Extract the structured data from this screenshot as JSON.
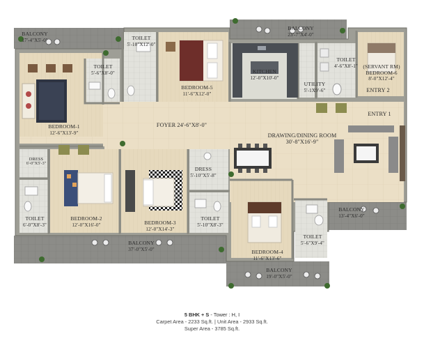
{
  "rooms": {
    "balcony_nw": {
      "name": "BALCONY",
      "dim": "17'-4\"X5'-0\""
    },
    "toilet_top": {
      "name": "TOILET",
      "dim": "5'-10\"X12'-0\""
    },
    "bedroom5": {
      "name": "BEDROOM-5",
      "dim": "11'-6\"X12'-0\""
    },
    "balcony_ne": {
      "name": "BALCONY",
      "dim": "23'-7\"X4'-0\""
    },
    "kitchen": {
      "name": "KITCHEN",
      "dim": "12'-0\"X10'-0\""
    },
    "toilet_utility": {
      "name": "TOILET",
      "dim": "4'-6\"X8'-1\""
    },
    "servant_room": {
      "name": "(SERVANT RM)",
      "name2": "BEDROOM-6",
      "dim": "8'-0\"X12'-4\""
    },
    "utility": {
      "name": "UTILITY",
      "dim": "5'-1X9'-6\""
    },
    "entry2": {
      "name": "ENTRY 2"
    },
    "entry1": {
      "name": "ENTRY 1"
    },
    "toilet_b1": {
      "name": "TOILET",
      "dim": "5'-6\"X8'-0\""
    },
    "bedroom1": {
      "name": "BEDROOM-1",
      "dim": "12'-6\"X13'-9\""
    },
    "foyer": {
      "name": "FOYER",
      "dim": "24'-6\"X8'-0\""
    },
    "drawing": {
      "name": "DRAWING/DINING ROOM",
      "dim": "30'-8\"X16'-9\""
    },
    "dress_left": {
      "name": "DRESS",
      "dim": "6'-0\"X5'-3\""
    },
    "dress_mid": {
      "name": "DRESS",
      "dim": "5'-10\"X5'-8\""
    },
    "toilet_b2": {
      "name": "TOILET",
      "dim": "6'-0\"X8'-3\""
    },
    "bedroom2": {
      "name": "BEDROOM-2",
      "dim": "12'-0\"X16'-0\""
    },
    "bedroom3": {
      "name": "BEDROOM-3",
      "dim": "12'-0\"X14'-3\""
    },
    "toilet_b3": {
      "name": "TOILET",
      "dim": "5'-10\"X8'-3\""
    },
    "bedroom4": {
      "name": "BEDROOM-4",
      "dim": "11'-6\"X13'-6\""
    },
    "toilet_b4": {
      "name": "TOILET",
      "dim": "5'-6\"X9'-4\""
    },
    "balcony_e": {
      "name": "BALCONY",
      "dim": "13'-4\"X6'-0\""
    },
    "balcony_s": {
      "name": "BALCONY",
      "dim": "37'-0\"X5'-0\""
    },
    "balcony_b4": {
      "name": "BALCONY",
      "dim": "19'-0\"X5'-0\""
    }
  },
  "info": {
    "type": "5 BHK + S",
    "tower": " - Tower : H, I",
    "area_line": "Carpet Area - 2233 Sq.ft. | Unit Area - 2933 Sq.ft.",
    "super_line": "Super Area - 3785 Sq.ft."
  },
  "colors": {
    "wall": "#9c9c94",
    "floor": "#e8dcc2",
    "tile": "#dcdcd6",
    "balcony": "#8a8a86",
    "grass": "#3e6b2f"
  }
}
